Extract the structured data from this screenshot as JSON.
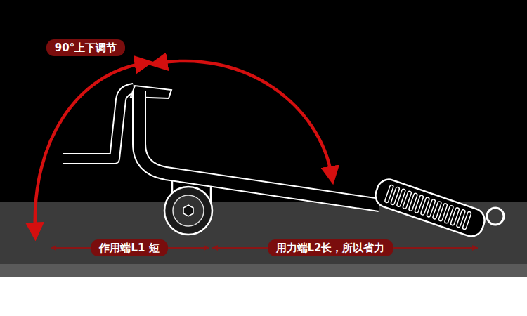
{
  "diagram": {
    "nodes": [
      {
        "text": [
          "90°上下调节"
        ]
      },
      {
        "text": [
          "作用端L1 短"
        ]
      },
      {
        "text": [
          "用力端L2长，所以省力"
        ]
      }
    ]
  }
}
